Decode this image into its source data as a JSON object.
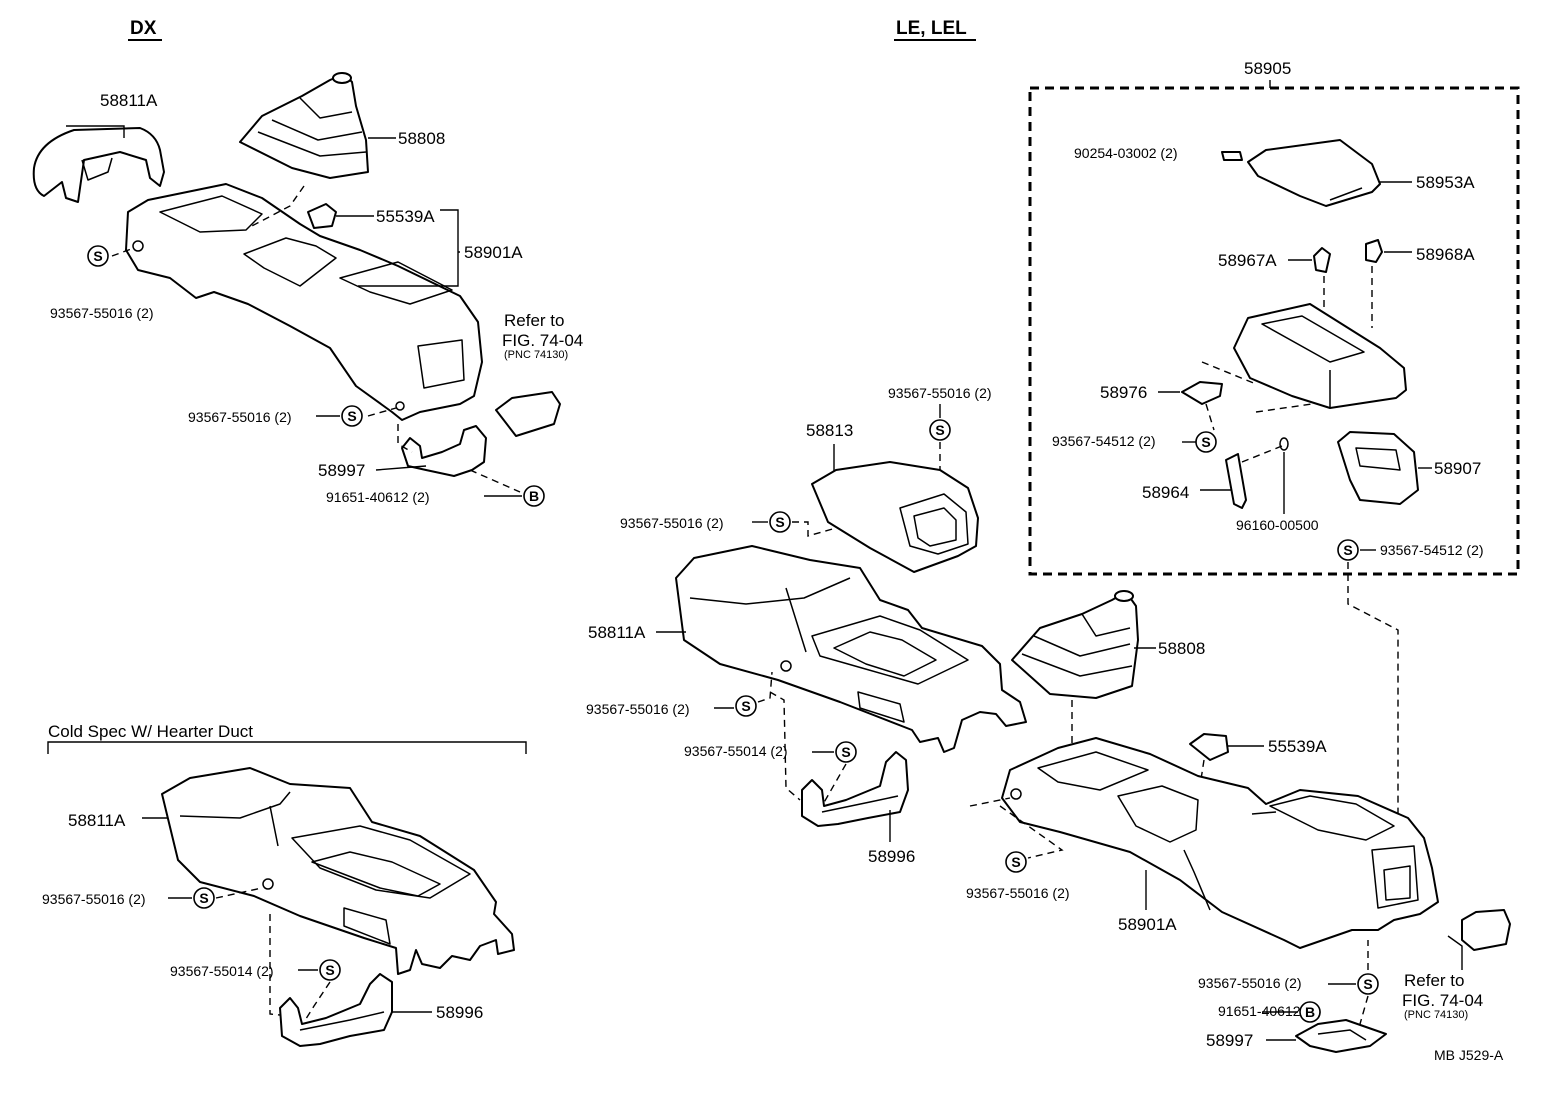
{
  "headers": {
    "dx": "DX",
    "le": "LE, LEL",
    "cold": "Cold Spec W/ Hearter Duct"
  },
  "labels": {
    "dx_58811A": "58811A",
    "dx_58808": "58808",
    "dx_55539A": "55539A",
    "dx_58901A": "58901A",
    "dx_93567_a": "93567-55016 (2)",
    "dx_refer": "Refer to",
    "dx_fig": "FIG. 74-04",
    "dx_pnc": "(PNC 74130)",
    "dx_93567_b": "93567-55016 (2)",
    "dx_58997": "58997",
    "dx_91651": "91651-40612 (2)",
    "box_58905": "58905",
    "box_90254": "90254-03002 (2)",
    "box_58953A": "58953A",
    "box_58967A": "58967A",
    "box_58968A": "58968A",
    "box_58976": "58976",
    "box_93567_54512_a": "93567-54512 (2)",
    "box_58907": "58907",
    "box_58964": "58964",
    "box_96160": "96160-00500",
    "box_93567_54512_b": "93567-54512 (2)",
    "le_93567_top": "93567-55016 (2)",
    "le_58813": "58813",
    "le_93567_mid": "93567-55016 (2)",
    "le_58811A": "58811A",
    "le_93567_left": "93567-55016 (2)",
    "le_93567_55014": "93567-55014 (2)",
    "le_58996": "58996",
    "le_58808": "58808",
    "le_55539A": "55539A",
    "le_93567_bottom": "93567-55016 (2)",
    "le_58901A": "58901A",
    "le_93567_right": "93567-55016 (2)",
    "le_refer": "Refer to",
    "le_fig": "FIG. 74-04",
    "le_pnc": "(PNC 74130)",
    "le_91651": "91651-40612 (2)",
    "le_58997": "58997",
    "cold_58811A": "58811A",
    "cold_93567_55016": "93567-55016 (2)",
    "cold_93567_55014": "93567-55014 (2)",
    "cold_58996": "58996",
    "code": "MB  J529-A"
  },
  "symbols": {
    "screw": "S",
    "bolt": "B"
  }
}
